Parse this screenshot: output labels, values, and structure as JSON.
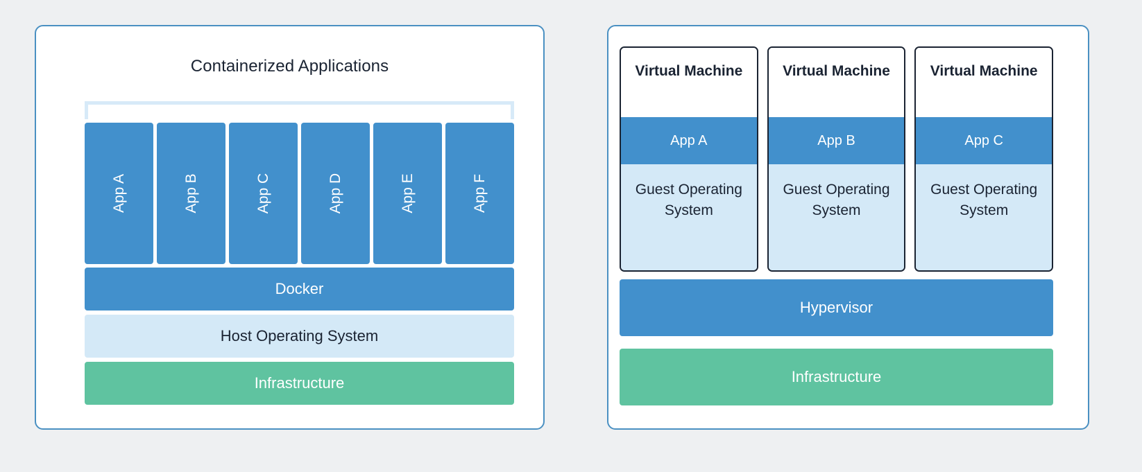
{
  "colors": {
    "background": "#eef0f2",
    "panel_border": "#4a90c2",
    "panel_fill": "#ffffff",
    "blue": "#4290cc",
    "light_blue": "#d4e9f7",
    "outline_blue": "#d7eaf8",
    "green": "#5fc3a0",
    "navy_text": "#1a2332",
    "white_text": "#ffffff"
  },
  "left_panel": {
    "title": "Containerized Applications",
    "apps": [
      {
        "label": "App A"
      },
      {
        "label": "App B"
      },
      {
        "label": "App C"
      },
      {
        "label": "App D"
      },
      {
        "label": "App E"
      },
      {
        "label": "App F"
      }
    ],
    "layers": [
      {
        "label": "Docker",
        "color": "#4290cc",
        "text_color": "#ffffff"
      },
      {
        "label": "Host Operating System",
        "color": "#d4e9f7",
        "text_color": "#1a2332"
      },
      {
        "label": "Infrastructure",
        "color": "#5fc3a0",
        "text_color": "#ffffff"
      }
    ],
    "docker_label": "Docker",
    "host_os_label": "Host Operating System",
    "infrastructure_label": "Infrastructure"
  },
  "right_panel": {
    "vms": [
      {
        "title": "Virtual Machine",
        "app": "App A",
        "guest_os": "Guest Operating System"
      },
      {
        "title": "Virtual Machine",
        "app": "App B",
        "guest_os": "Guest Operating System"
      },
      {
        "title": "Virtual Machine",
        "app": "App C",
        "guest_os": "Guest Operating System"
      }
    ],
    "layers": [
      {
        "label": "Hypervisor",
        "color": "#4290cc",
        "text_color": "#ffffff"
      },
      {
        "label": "Infrastructure",
        "color": "#5fc3a0",
        "text_color": "#ffffff"
      }
    ],
    "hypervisor_label": "Hypervisor",
    "infrastructure_label": "Infrastructure"
  }
}
